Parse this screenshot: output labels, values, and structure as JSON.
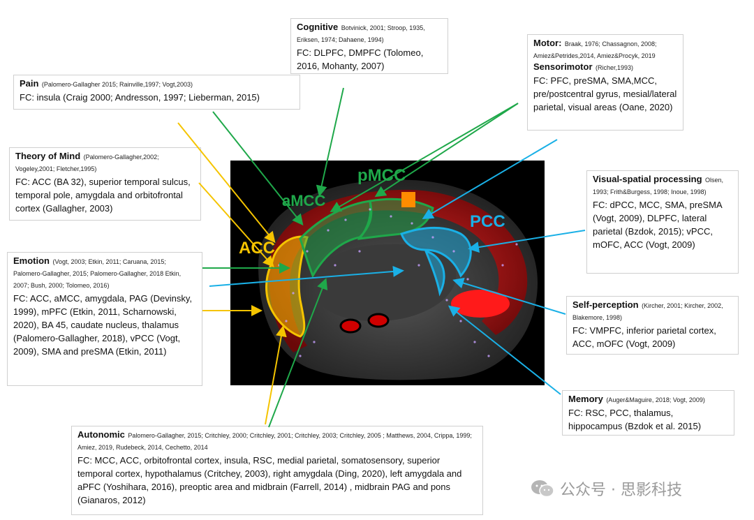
{
  "regions": {
    "acc": "ACC",
    "amcc": "aMCC",
    "pmcc": "pMCC",
    "pcc": "PCC"
  },
  "boxes": {
    "cognitive": {
      "title": "Cognitive",
      "refs": "Botvinick, 2001; Stroop, 1935, Eriksen, 1974; Dahaene, 1994)",
      "fc": "FC: DLPFC, DMPFC (Tolomeo, 2016, Mohanty, 2007)"
    },
    "motor": {
      "title": "Motor:",
      "refs": "Braak, 1976; Chassagnon, 2008; Amiez&Petrides,2014, Amiez&Procyk, 2019",
      "title2": "Sensorimotor",
      "refs2": "(Richer,1993)",
      "fc": "FC: PFC, preSMA, SMA,MCC, pre/postcentral gyrus, mesial/lateral parietal, visual areas  (Oane, 2020)"
    },
    "pain": {
      "title": "Pain",
      "refs": "(Palomero-Gallagher 2015; Rainville,1997; Vogt,2003)",
      "fc": "FC: insula (Craig 2000; Andresson, 1997; Lieberman, 2015)"
    },
    "tom": {
      "title": "Theory of Mind",
      "refs": "(Palomero-Gallagher,2002; Vogeley,2001; Fletcher,1995)",
      "fc": "FC: ACC (BA 32), superior temporal sulcus, temporal pole, amygdala and orbitofrontal cortex (Gallagher, 2003)"
    },
    "visual": {
      "title": "Visual-spatial processing",
      "refs": "Olsen, 1993; Frith&Burgess, 1998; Inoue, 1998)",
      "fc": "FC: dPCC, MCC, SMA, preSMA (Vogt, 2009), DLPFC, lateral parietal (Bzdok, 2015); vPCC, mOFC, ACC (Vogt, 2009)"
    },
    "emotion": {
      "title": "Emotion",
      "refs": "(Vogt, 2003; Etkin, 2011; Caruana, 2015; Palomero-Gallagher, 2015; Palomero-Gallagher, 2018 Etkin, 2007; Bush, 2000; Tolomeo, 2016)",
      "fc": "FC: ACC, aMCC, amygdala, PAG (Devinsky, 1999), mPFC (Etkin, 2011, Scharnowski, 2020), BA 45, caudate nucleus, thalamus (Palomero-Gallagher, 2018), vPCC (Vogt, 2009), SMA and preSMA (Etkin, 2011)"
    },
    "self": {
      "title": "Self-perception",
      "refs": "(Kircher, 2001; Kircher, 2002, Blakemore, 1998)",
      "fc": "FC: VMPFC, inferior parietal cortex, ACC, mOFC (Vogt, 2009)"
    },
    "memory": {
      "title": "Memory",
      "refs": "(Auger&Maguire, 2018; Vogt, 2009)",
      "fc": "FC: RSC, PCC, thalamus, hippocampus (Bzdok et al. 2015)"
    },
    "autonomic": {
      "title": "Autonomic",
      "refs": "Palomero-Gallagher, 2015; Critchley, 2000; Critchley, 2001; Critchley, 2003; Critchley, 2005 ; Matthews, 2004, Crippa, 1999; Amiez, 2019, Rudebeck, 2014, Cechetto, 2014",
      "fc": "FC: MCC, ACC, orbitofrontal cortex, insula, RSC, medial parietal, somatosensory, superior temporal cortex, hypothalamus (Critchey, 2003), right amygdala (Ding, 2020), left amygdala and aPFC  (Yoshihara, 2016), preoptic area and midbrain (Farrell, 2014) , midbrain PAG and pons (Gianaros, 2012)"
    }
  },
  "watermark": "公众号 · 思影科技",
  "colors": {
    "acc": "#f5c400",
    "mcc": "#1fa84a",
    "pcc": "#1ab0e6"
  }
}
